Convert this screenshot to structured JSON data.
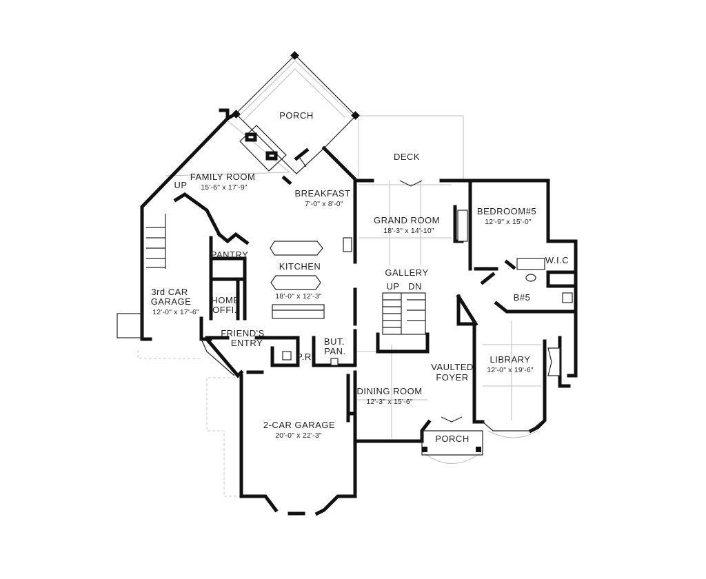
{
  "rooms": {
    "porch_rear": {
      "name": "PORCH"
    },
    "deck": {
      "name": "DECK"
    },
    "family_room": {
      "name": "FAMILY ROOM",
      "dims": "15'-6\" x 17'-9\""
    },
    "stair_up_left": {
      "name": "UP"
    },
    "breakfast": {
      "name": "BREAKFAST",
      "dims": "7'-0\" x 8'-0\""
    },
    "grand_room": {
      "name": "GRAND ROOM",
      "dims": "18'-3\" x 14'-10\""
    },
    "bedroom5": {
      "name": "BEDROOM#5",
      "dims": "12'-9\" x 15'-0\""
    },
    "pantry": {
      "name": "PANTRY"
    },
    "kitchen": {
      "name": "KITCHEN",
      "dims": "18'-0\" x 12'-3\""
    },
    "gallery": {
      "name": "GALLERY"
    },
    "gallery_up": {
      "name": "UP"
    },
    "gallery_dn": {
      "name": "DN"
    },
    "wic": {
      "name": "W.I.C"
    },
    "bath5": {
      "name": "B#5"
    },
    "third_car_garage": {
      "line1": "3rd CAR",
      "line2": "GARAGE",
      "dims": "12'-0\" x 17'-6\""
    },
    "home_office": {
      "line1": "HOME",
      "line2": "OFFI."
    },
    "friends_entry": {
      "line1": "FRIEND'S",
      "line2": "ENTRY"
    },
    "powder_room": {
      "name": "P.R"
    },
    "butler_pantry": {
      "line1": "BUT.",
      "line2": "PAN."
    },
    "vaulted_foyer": {
      "line1": "VAULTED",
      "line2": "FOYER"
    },
    "library": {
      "name": "LIBRARY",
      "dims": "12'-0\" x 19'-6\""
    },
    "dining_room": {
      "name": "DINING ROOM",
      "dims": "12'-3\" x 15'-6\""
    },
    "two_car_garage": {
      "name": "2-CAR GARAGE",
      "dims": "20'-0\" x 22'-3\""
    },
    "porch_front": {
      "name": "PORCH"
    }
  }
}
